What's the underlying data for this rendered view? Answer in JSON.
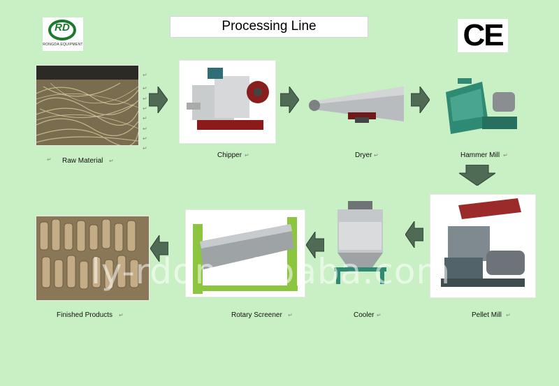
{
  "header": {
    "title": "Processing Line",
    "logo_text": "RD",
    "logo_brand": "RONGDA EQUIPMENT",
    "ce_mark": "CE"
  },
  "steps": [
    {
      "label": "Raw Material"
    },
    {
      "label": "Chipper"
    },
    {
      "label": "Dryer"
    },
    {
      "label": "Hammer Mill"
    },
    {
      "label": "Pellet Mill"
    },
    {
      "label": "Cooler"
    },
    {
      "label": "Rotary Screener"
    },
    {
      "label": "Finished Products"
    }
  ],
  "para_mark": "↵",
  "watermark": "ly-rdon.alibaba.com",
  "colors": {
    "background": "#c9f0c4",
    "arrow": "#4f6a55",
    "machine_green": "#2f8a74",
    "machine_grey": "#b5b8ba"
  }
}
